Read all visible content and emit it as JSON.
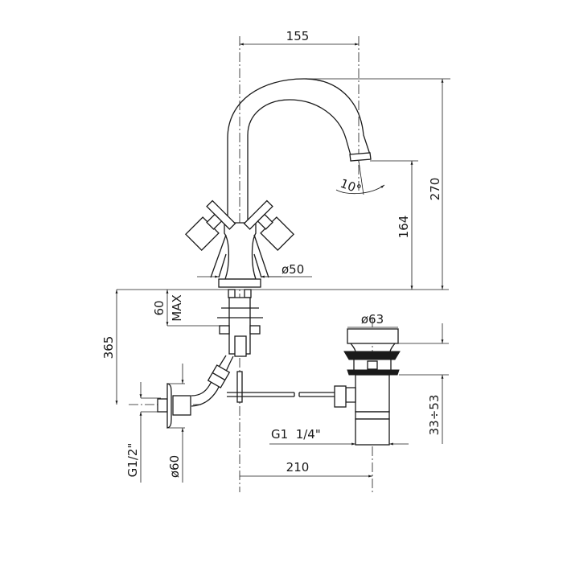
{
  "dimensions": {
    "spout_reach": "155",
    "total_height": "270",
    "spout_height": "164",
    "spout_angle": "10°",
    "base_diameter": "ø50",
    "max_deck_thickness": "60",
    "max_label": "MAX",
    "hose_length": "365",
    "drain_diameter": "ø63",
    "drain_adjust": "33÷53",
    "drain_thread": "G1  1/4\"",
    "drain_offset": "210",
    "inlet_thread": "G1/2\"",
    "flange_diameter": "ø60"
  }
}
